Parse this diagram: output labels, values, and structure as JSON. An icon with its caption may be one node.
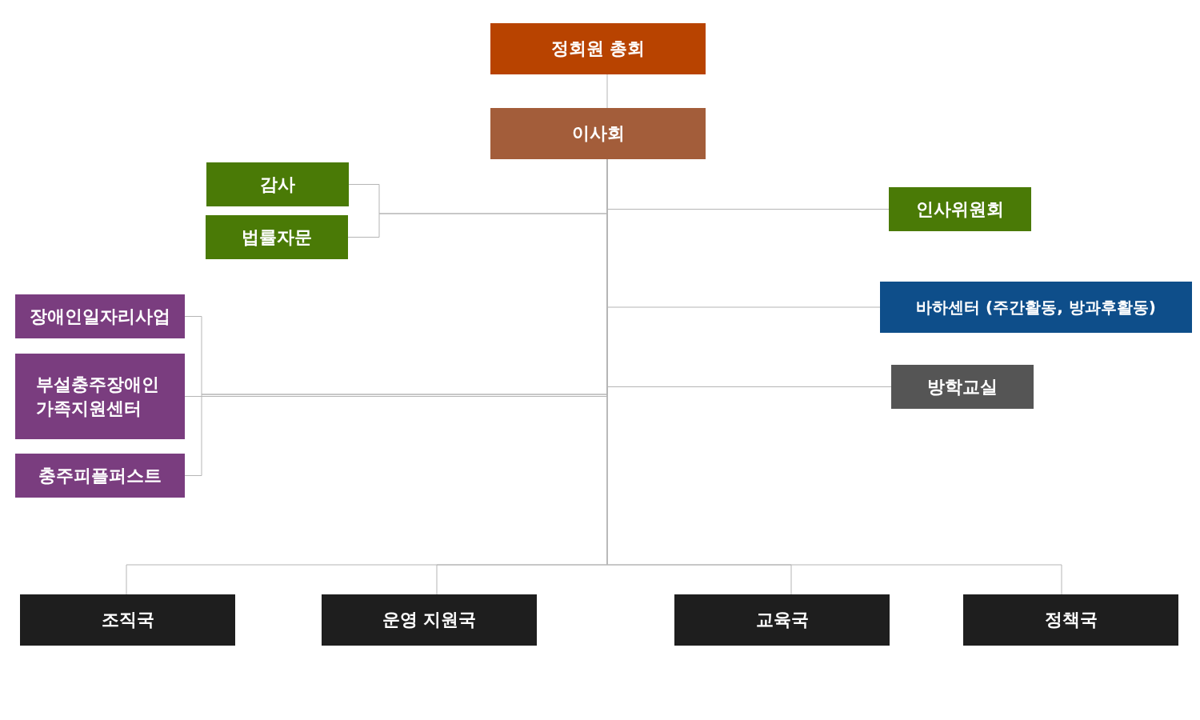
{
  "diagram": {
    "nodes": [
      {
        "text": [
          "정회원 총회"
        ]
      },
      {
        "text": [
          "이사회"
        ]
      },
      {
        "text": [
          "감사"
        ]
      },
      {
        "text": [
          "법률자문"
        ]
      },
      {
        "text": [
          "인사위원회"
        ]
      },
      {
        "text": [
          "장애인일자리사업"
        ]
      },
      {
        "text": [
          "부설충주장애인 가족지원센터"
        ]
      },
      {
        "text": [
          "충주피플퍼스트"
        ]
      },
      {
        "text": [
          "바하센터 (주간활동, 방과후활동)"
        ]
      },
      {
        "text": [
          "방학교실"
        ]
      },
      {
        "text": [
          "조직국"
        ]
      },
      {
        "text": [
          "운영 지원국"
        ]
      },
      {
        "text": [
          "교육국"
        ]
      },
      {
        "text": [
          "정책국"
        ]
      }
    ],
    "edges": [
      {
        "from": 0,
        "to": 1,
        "arrow": "none"
      },
      {
        "from": 1,
        "to": 2,
        "arrow": "none"
      },
      {
        "from": 1,
        "to": 3,
        "arrow": "none"
      },
      {
        "from": 1,
        "to": 4,
        "arrow": "none"
      },
      {
        "from": 1,
        "to": 5,
        "arrow": "none"
      },
      {
        "from": 1,
        "to": 6,
        "arrow": "none"
      },
      {
        "from": 1,
        "to": 7,
        "arrow": "none"
      },
      {
        "from": 1,
        "to": 8,
        "arrow": "none"
      },
      {
        "from": 1,
        "to": 9,
        "arrow": "none"
      },
      {
        "from": 1,
        "to": 10,
        "arrow": "none"
      },
      {
        "from": 1,
        "to": 11,
        "arrow": "none"
      },
      {
        "from": 1,
        "to": 12,
        "arrow": "none"
      },
      {
        "from": 1,
        "to": 13,
        "arrow": "none"
      }
    ]
  }
}
